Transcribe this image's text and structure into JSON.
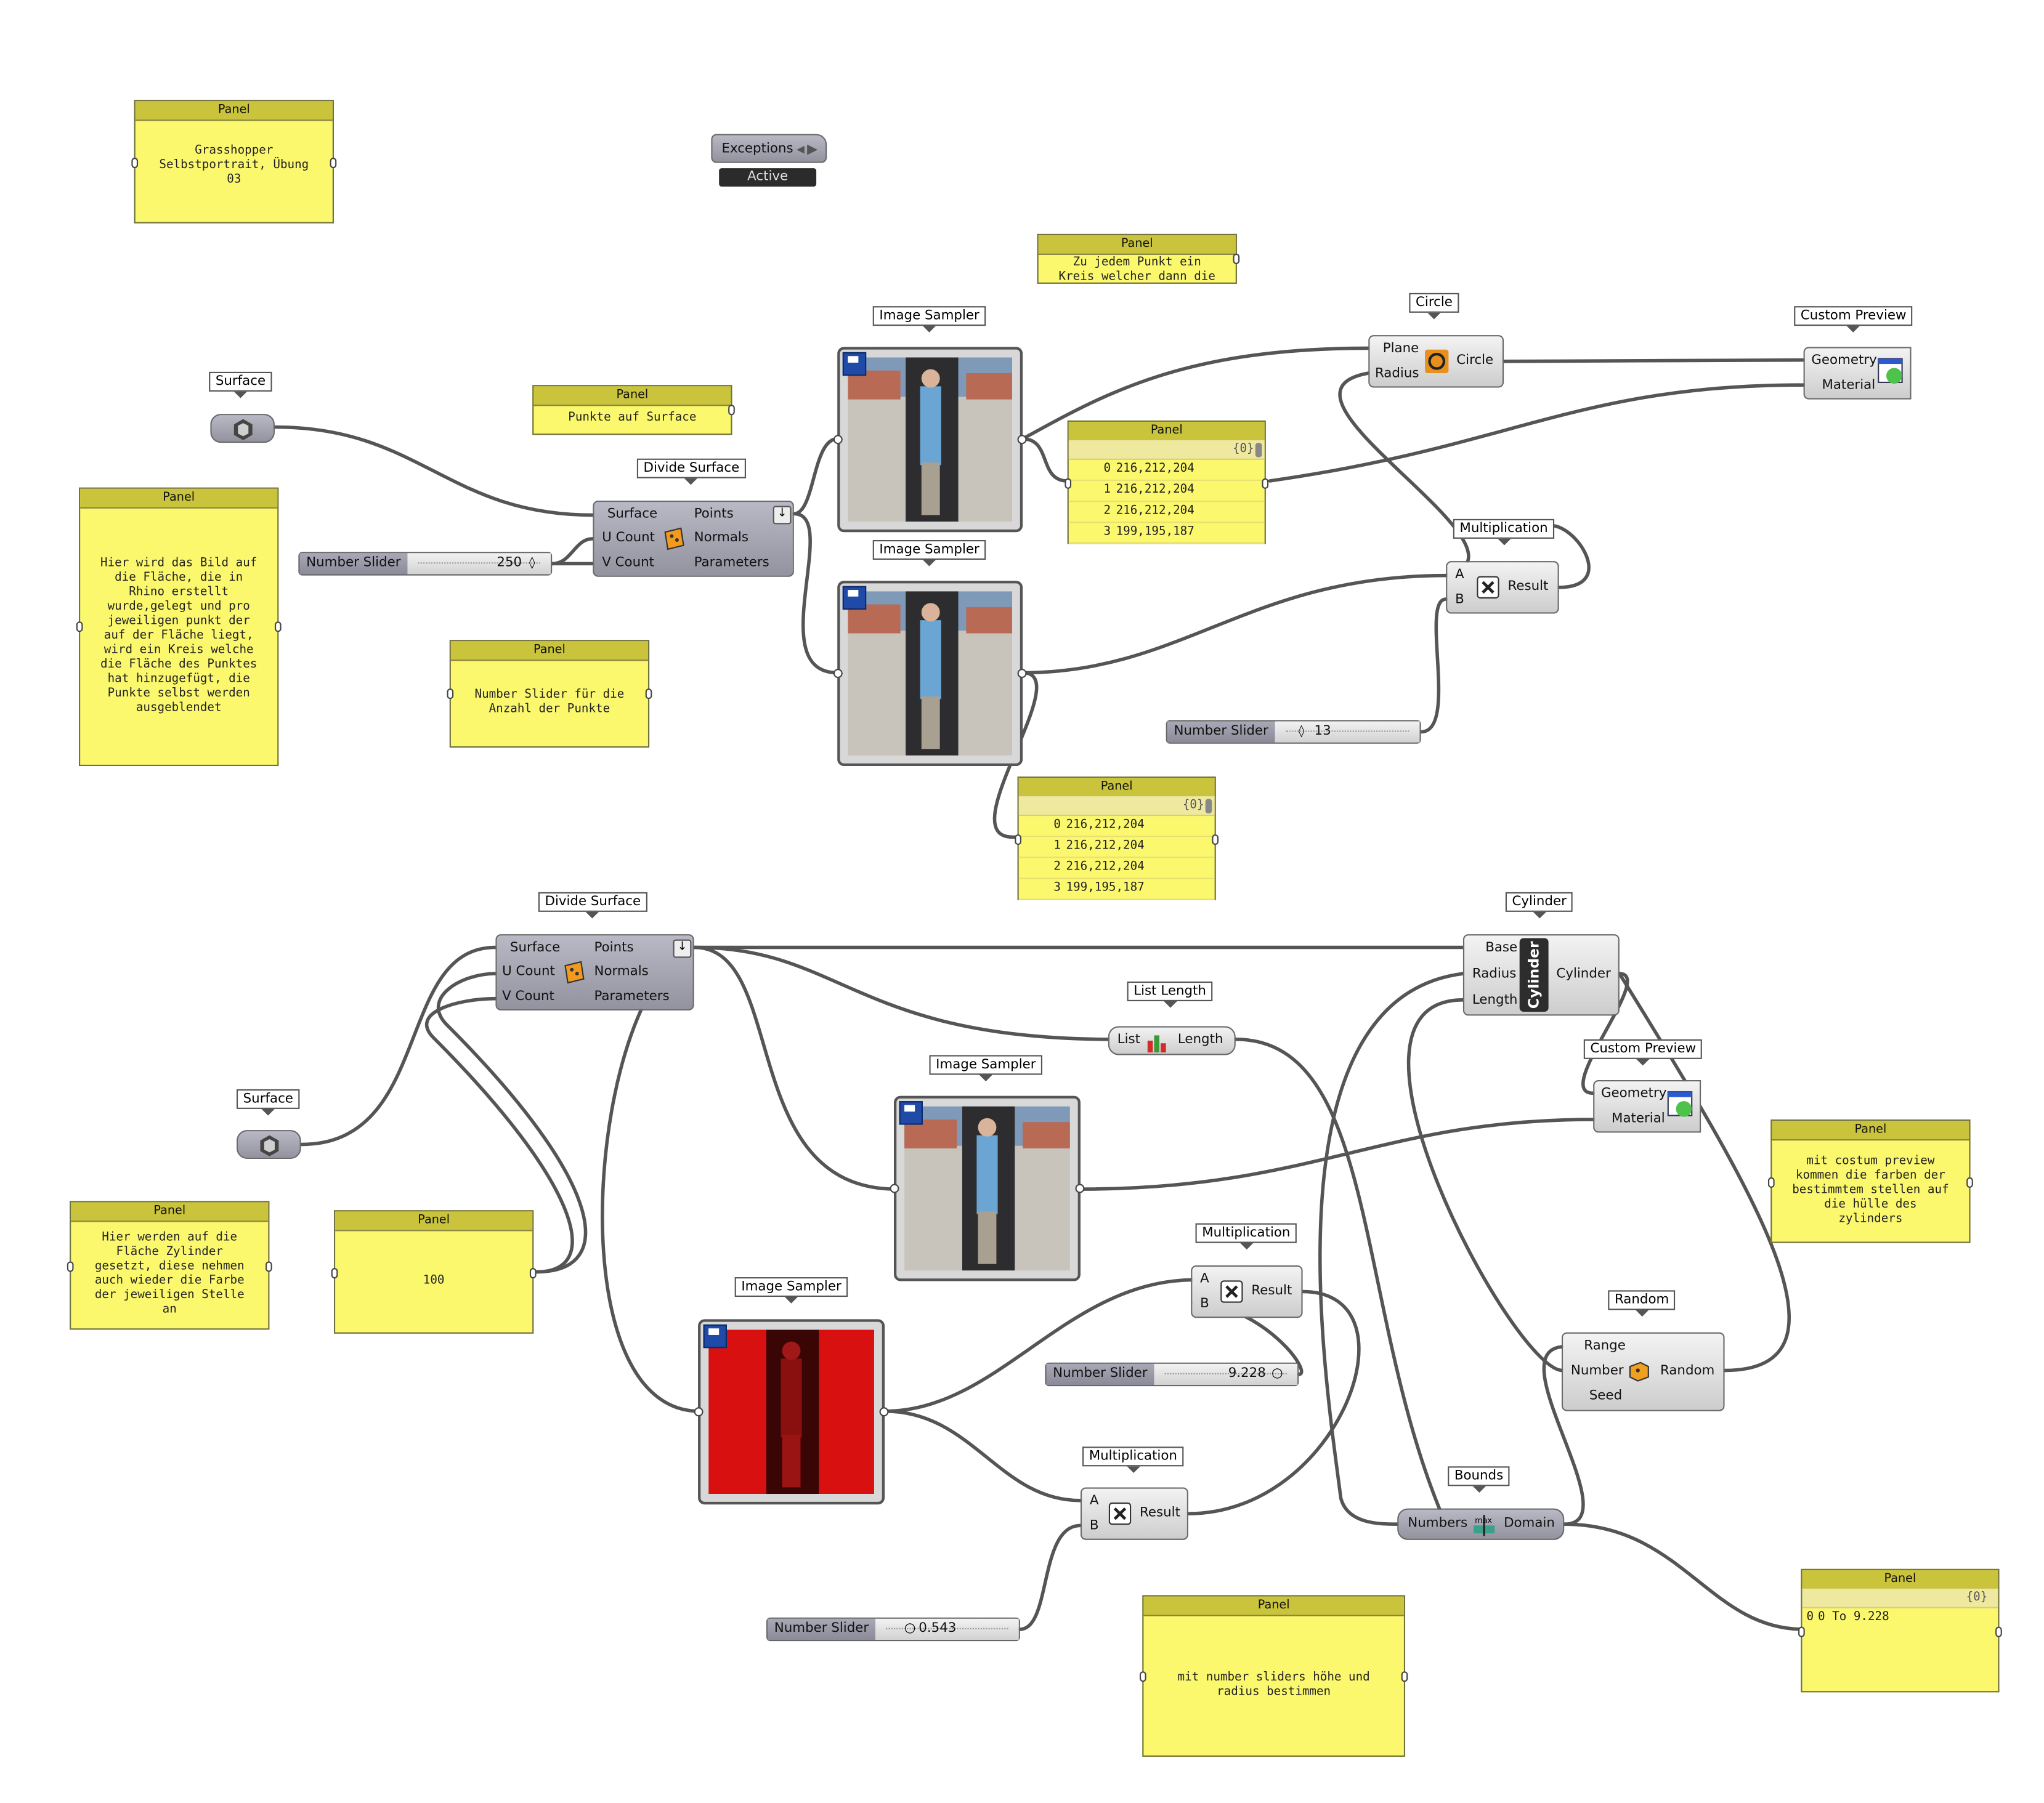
{
  "panels": {
    "title_panel": {
      "title": "Panel",
      "text": "Grasshopper\nSelbstportrait, Übung\n03"
    },
    "circle_note": {
      "title": "Panel",
      "text": "Zu jedem Punkt ein\nKreis welcher dann die"
    },
    "points_note": {
      "title": "Panel",
      "text": "Punkte auf Surface"
    },
    "explain_note": {
      "title": "Panel",
      "text": "Hier wird das Bild auf\ndie Fläche, die in\nRhino erstellt\nwurde,gelegt und pro\njeweiligen punkt der\nauf der Fläche liegt,\nwird ein Kreis welche\ndie Fläche des Punktes\nhat hinzugefügt, die\nPunkte selbst werden\nausgeblendet"
    },
    "slider_note": {
      "title": "Panel",
      "text": "Number Slider für die\nAnzahl der Punkte"
    },
    "cylinder_note": {
      "title": "Panel",
      "text": "Hier werden auf die\nFläche Zylinder\ngesetzt, diese nehmen\nauch wieder die Farbe\nder jeweiligen Stelle\nan"
    },
    "value_100": {
      "title": "Panel",
      "text": "100"
    },
    "preview_note": {
      "title": "Panel",
      "text": "mit costum preview\nkommen die farben der\nbestimmtem stellen auf\ndie hülle des\nzylinders"
    },
    "slider_height_note": {
      "title": "Panel",
      "text": "mit number sliders höhe und\nradius bestimmen"
    }
  },
  "data_panels": {
    "colors_a": {
      "title": "Panel",
      "header": "{0}",
      "rows": [
        {
          "i": "0",
          "v": "216,212,204"
        },
        {
          "i": "1",
          "v": "216,212,204"
        },
        {
          "i": "2",
          "v": "216,212,204"
        },
        {
          "i": "3",
          "v": "199,195,187"
        }
      ]
    },
    "colors_b": {
      "title": "Panel",
      "header": "{0}",
      "rows": [
        {
          "i": "0",
          "v": "216,212,204"
        },
        {
          "i": "1",
          "v": "216,212,204"
        },
        {
          "i": "2",
          "v": "216,212,204"
        },
        {
          "i": "3",
          "v": "199,195,187"
        }
      ]
    },
    "domain": {
      "title": "Panel",
      "header": "{0}",
      "rows": [
        {
          "i": "0",
          "v": "0 To 9.228"
        }
      ]
    }
  },
  "exceptions": {
    "label": "Exceptions",
    "state": "Active"
  },
  "components": {
    "surface1": {
      "tag": "Surface"
    },
    "surface2": {
      "tag": "Surface"
    },
    "divide1": {
      "tag": "Divide Surface",
      "inputs": [
        "Surface",
        "U Count",
        "V Count"
      ],
      "outputs": [
        "Points",
        "Normals",
        "Parameters"
      ]
    },
    "divide2": {
      "tag": "Divide Surface",
      "inputs": [
        "Surface",
        "U Count",
        "V Count"
      ],
      "outputs": [
        "Points",
        "Normals",
        "Parameters"
      ]
    },
    "sampler1": {
      "tag": "Image Sampler"
    },
    "sampler2": {
      "tag": "Image Sampler"
    },
    "sampler3": {
      "tag": "Image Sampler"
    },
    "sampler4": {
      "tag": "Image Sampler"
    },
    "circle": {
      "tag": "Circle",
      "inputs": [
        "Plane",
        "Radius"
      ],
      "output": "Circle"
    },
    "preview1": {
      "tag": "Custom Preview",
      "inputs": [
        "Geometry",
        "Material"
      ]
    },
    "preview2": {
      "tag": "Custom Preview",
      "inputs": [
        "Geometry",
        "Material"
      ]
    },
    "mult1": {
      "tag": "Multiplication",
      "inputs": [
        "A",
        "B"
      ],
      "output": "Result"
    },
    "mult2": {
      "tag": "Multiplication",
      "inputs": [
        "A",
        "B"
      ],
      "output": "Result"
    },
    "mult3": {
      "tag": "Multiplication",
      "inputs": [
        "A",
        "B"
      ],
      "output": "Result"
    },
    "cylinder": {
      "tag": "Cylinder",
      "inputs": [
        "Base",
        "Radius",
        "Length"
      ],
      "body": "Cylinder",
      "output": "Cylinder"
    },
    "listlen": {
      "tag": "List Length",
      "input": "List",
      "output": "Length"
    },
    "random": {
      "tag": "Random",
      "inputs": [
        "Range",
        "Number",
        "Seed"
      ],
      "output": "Random"
    },
    "bounds": {
      "tag": "Bounds",
      "input": "Numbers",
      "output": "Domain"
    }
  },
  "sliders": {
    "s250": {
      "name": "Number Slider",
      "value": "250"
    },
    "s13": {
      "name": "Number Slider",
      "value": "13"
    },
    "s9228": {
      "name": "Number Slider",
      "value": "9.228"
    },
    "s0543": {
      "name": "Number Slider",
      "value": "0.543"
    }
  },
  "colors": {
    "panel": "#fbf86e",
    "panel_title": "#c9c43c",
    "wire": "#555555",
    "component": "#d8d8d8"
  }
}
